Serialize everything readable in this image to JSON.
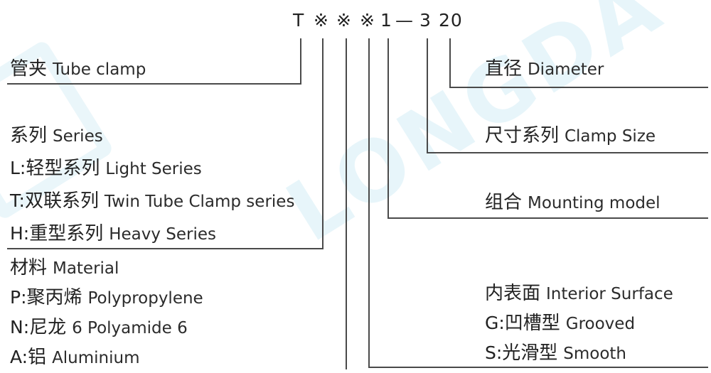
{
  "code": {
    "prefix": "T",
    "mark1": "※",
    "mark2": "※",
    "mark3": "※",
    "combination": "1",
    "dash": "—",
    "size": "3",
    "diameter": "20"
  },
  "watermark": {
    "text": "LONGDA"
  },
  "left": {
    "tube_clamp": {
      "zh": "管夹",
      "en": "Tube clamp"
    },
    "series": {
      "zh": "系列",
      "en": "Series",
      "items": [
        {
          "code": "L:",
          "zh": "轻型系列",
          "en": "Light  Series"
        },
        {
          "code": "T:",
          "zh": "双联系列",
          "en": "Twin Tube Clamp series"
        },
        {
          "code": "H:",
          "zh": "重型系列",
          "en": "Heavy  Series"
        }
      ]
    },
    "material": {
      "zh": "材料",
      "en": "Material",
      "items": [
        {
          "code": "P:",
          "zh": "聚丙烯",
          "en": "Polypropylene"
        },
        {
          "code": "N:",
          "zh": "尼龙",
          "en": "6  Polyamide  6"
        },
        {
          "code": "A:",
          "zh": "铝",
          "en": "Aluminium"
        }
      ]
    }
  },
  "right": {
    "diameter": {
      "zh": "直径",
      "en": "Diameter"
    },
    "clamp_size": {
      "zh": "尺寸系列",
      "en": "Clamp  Size"
    },
    "mounting": {
      "zh": "组合",
      "en": "Mounting  model"
    },
    "interior": {
      "zh": "内表面",
      "en": "Interior  Surface",
      "items": [
        {
          "code": "G:",
          "zh": "凹槽型",
          "en": "Grooved"
        },
        {
          "code": "S:",
          "zh": "光滑型",
          "en": "Smooth"
        }
      ]
    }
  }
}
